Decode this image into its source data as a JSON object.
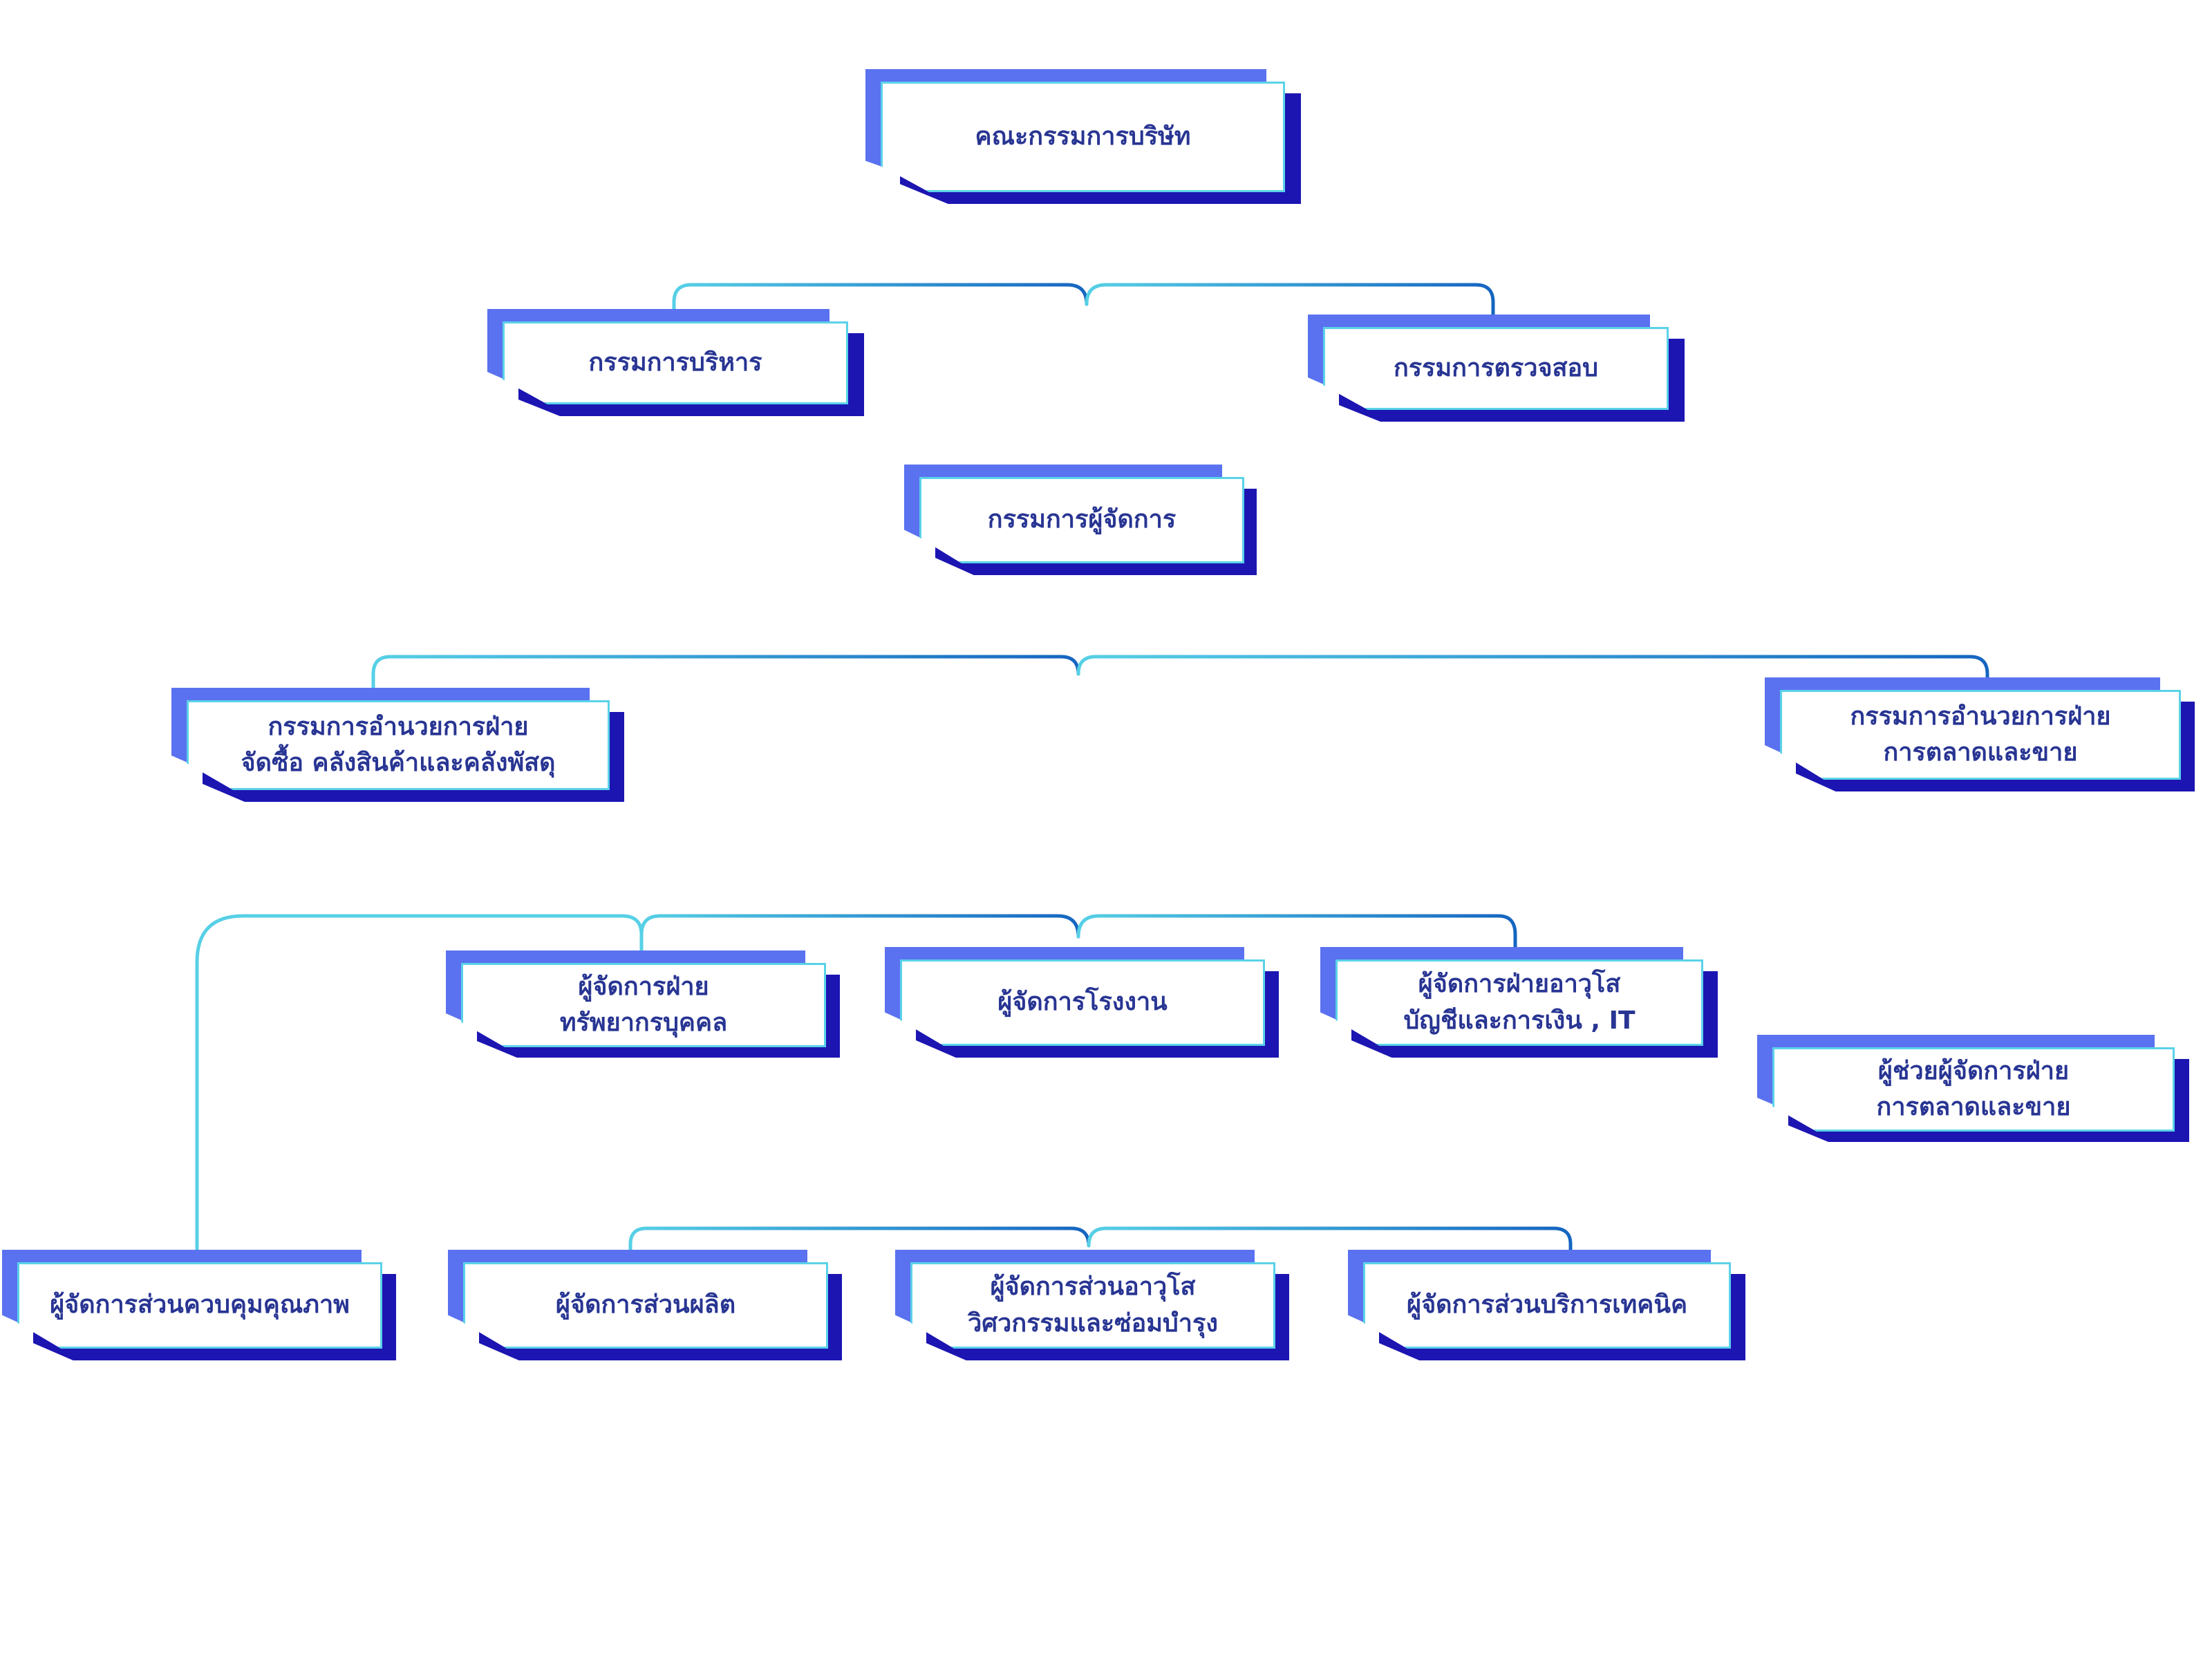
{
  "nodes": {
    "board": [
      "คณะกรรมการบริษัท"
    ],
    "exec_committee": [
      "กรรมการบริหาร"
    ],
    "audit_committee": [
      "กรรมการตรวจสอบ"
    ],
    "managing_director": [
      "กรรมการผู้จัดการ"
    ],
    "dir_procurement": [
      "กรรมการอำนวยการฝ่าย",
      "จัดซื้อ คลังสินค้าและคลังพัสดุ"
    ],
    "dir_marketing": [
      "กรรมการอำนวยการฝ่าย",
      "การตลาดและขาย"
    ],
    "mgr_hr": [
      "ผู้จัดการฝ่าย",
      "ทรัพยากรบุคคล"
    ],
    "mgr_plant": [
      "ผู้จัดการโรงงาน"
    ],
    "mgr_finance": [
      "ผู้จัดการฝ่ายอาวุโส",
      "บัญชีและการเงิน , IT"
    ],
    "asst_marketing": [
      "ผู้ช่วยผู้จัดการฝ่าย",
      "การตลาดและขาย"
    ],
    "mgr_qc": [
      "ผู้จัดการส่วนควบคุมคุณภาพ"
    ],
    "mgr_production": [
      "ผู้จัดการส่วนผลิต"
    ],
    "mgr_engineering": [
      "ผู้จัดการส่วนอาวุโส",
      "วิศวกรรมและซ่อมบำรุง"
    ],
    "mgr_tech_service": [
      "ผู้จัดการส่วนบริการเทคนิค"
    ]
  },
  "colors": {
    "back": "#5a72f0",
    "shadow": "#1c15b2",
    "border": "#5ad2e8",
    "text": "#283593",
    "line_light": "#56d0e6",
    "line_dark": "#1565c0"
  }
}
